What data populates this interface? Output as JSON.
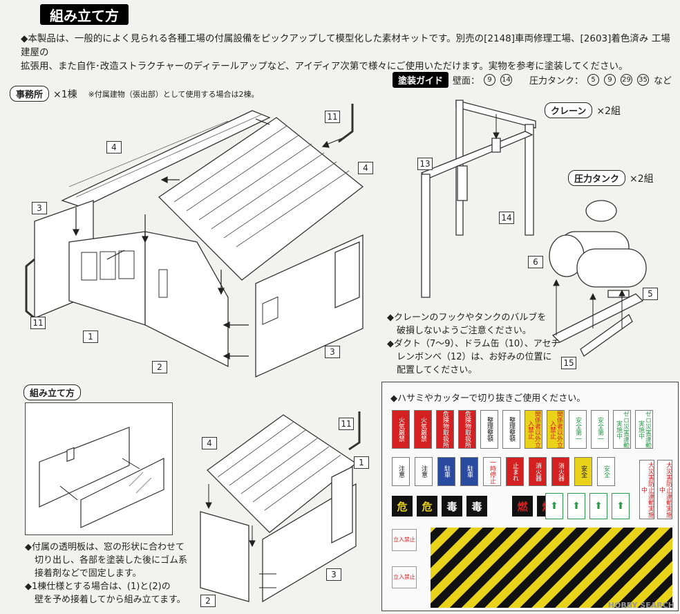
{
  "header": {
    "title": "組み立て方"
  },
  "intro": {
    "line1": "◆本製品は、一般的によく見られる各種工場の付属設備をピックアップして模型化した素材キットです。別売の[2148]車両修理工場、[2603]着色済み 工場建屋の",
    "line2": "拡張用、また自作･改造ストラクチャーのディテールアップなど、アイディア次第で様々にご使用いただけます。実物を参考に塗装してください。"
  },
  "office": {
    "label": "事務所",
    "qty": "×1棟",
    "note": "※付属建物（張出部）として使用する場合は2棟。"
  },
  "paint": {
    "badge": "塗装ガイド",
    "wall_label": "壁面：",
    "wall_codes": [
      "9",
      "14"
    ],
    "tank_label": "圧力タンク：",
    "tank_codes": [
      "5",
      "9",
      "29",
      "35"
    ],
    "suffix": "など"
  },
  "crane": {
    "label": "クレーン",
    "qty": "×2組"
  },
  "tank": {
    "label": "圧力タンク",
    "qty": "×2組"
  },
  "crane_notes": {
    "n1": "◆クレーンのフックやタンクのバルブを",
    "n2": "破損しないようご注意ください。",
    "n3": "◆ダクト（7〜9）、ドラム缶（10）、アセチ",
    "n4": "レンボンベ（12）は、お好みの位置に",
    "n5": "配置してください。"
  },
  "assembly": {
    "label": "組み立て方",
    "n1": "◆付属の透明板は、窓の形状に合わせて",
    "n2": "切り出し、各部を塗装した後にゴム系",
    "n3": "接着剤などで固定します。",
    "n4": "◆1棟仕様とする場合は、(1)と(2)の",
    "n5": "壁を予め接着してから組み立てます。"
  },
  "parts": {
    "p1": "1",
    "p2": "2",
    "p3": "3",
    "p4": "4",
    "p5": "5",
    "p6": "6",
    "p11": "11",
    "p13": "13",
    "p14": "14",
    "p15": "15"
  },
  "signs": {
    "instruction": "◆ハサミやカッターで切り抜きご使用ください。",
    "row1": [
      "火気厳禁",
      "火気厳禁",
      "危険物取扱所",
      "危険物取扱所",
      "整理整頓",
      "整理整頓",
      "関係者以外立入禁止",
      "関係者以外立入禁止",
      "安全第一",
      "安全第一",
      "ゼロ災害運動実施中",
      "ゼロ災害運動実施中"
    ],
    "row2": [
      "注意",
      "注意",
      "駐車",
      "駐車",
      "一時停止",
      "止まれ",
      "消火器",
      "消火器",
      "安全",
      "安全"
    ],
    "row3": [
      "危",
      "危",
      "毒",
      "毒",
      "燃",
      "燃"
    ],
    "side": [
      "大災害防止運動実施中",
      "大災害防止運動実施中"
    ],
    "keepout": "立入禁止"
  },
  "watermark": "HOBBY SEARCH",
  "colors": {
    "red": "#d42020",
    "yellow": "#e8d21a",
    "green": "#2a9a4a",
    "blue": "#2a4aa0"
  }
}
